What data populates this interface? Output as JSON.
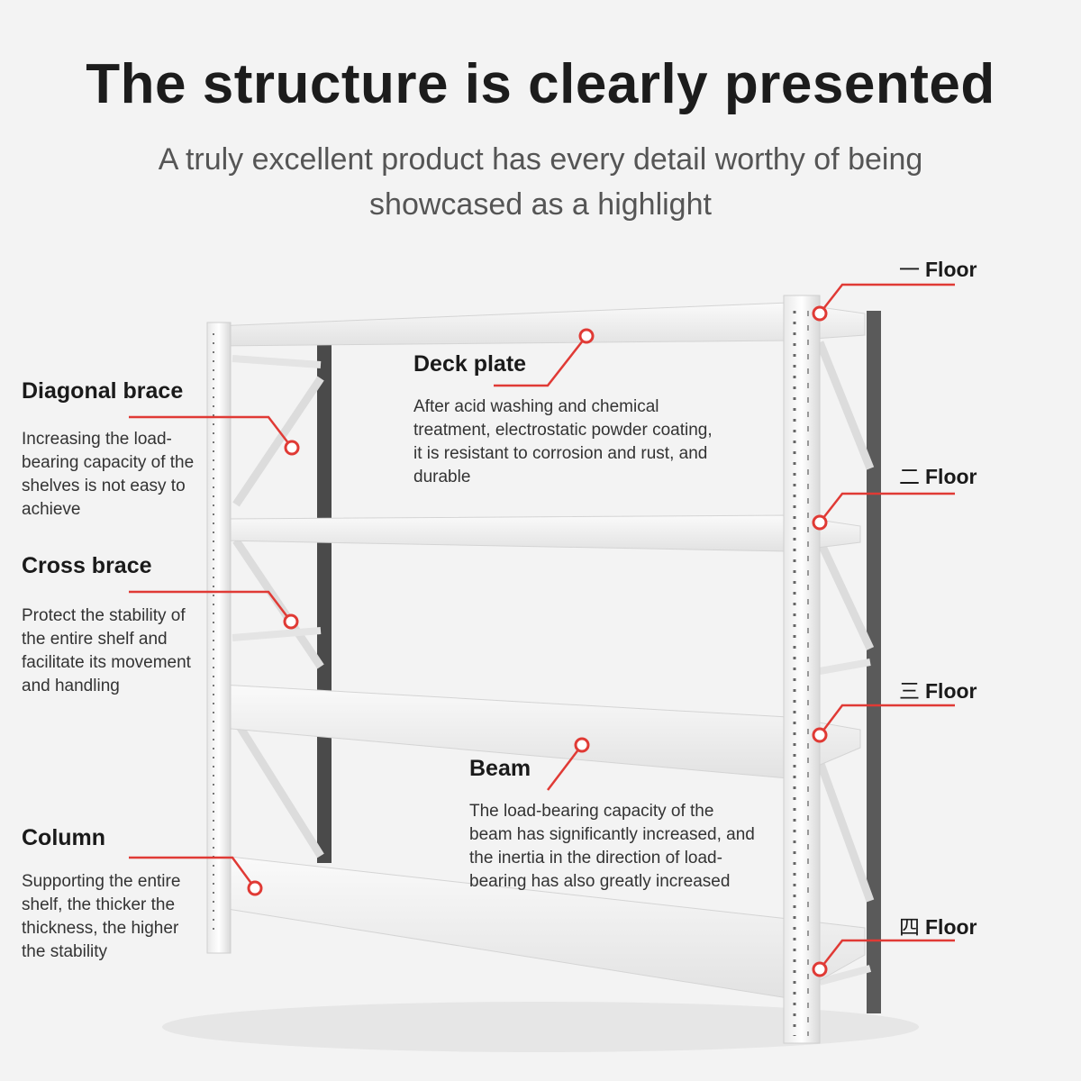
{
  "header": {
    "title": "The structure is clearly presented",
    "subtitle": "A truly excellent product has every detail worthy of being showcased as a highlight"
  },
  "accent_color": "#e03a35",
  "callouts": {
    "diagonal_brace": {
      "title": "Diagonal brace",
      "desc": "Increasing the load-bearing capacity of the shelves is not easy to achieve"
    },
    "cross_brace": {
      "title": "Cross brace",
      "desc": "Protect the stability of the entire shelf and facilitate its movement and handling"
    },
    "column": {
      "title": "Column",
      "desc": "Supporting the entire shelf, the thicker the thickness, the higher the stability"
    },
    "deck_plate": {
      "title": "Deck plate",
      "desc": "After acid washing and chemical treatment, electrostatic powder coating, it is resistant to corrosion and rust, and durable"
    },
    "beam": {
      "title": "Beam",
      "desc": "The load-bearing capacity of the beam has significantly increased, and the inertia in the direction of load-bearing has also greatly increased"
    }
  },
  "floors": [
    {
      "mark": "一",
      "label": "Floor"
    },
    {
      "mark": "二",
      "label": "Floor"
    },
    {
      "mark": "三",
      "label": "Floor"
    },
    {
      "mark": "四",
      "label": "Floor"
    }
  ]
}
